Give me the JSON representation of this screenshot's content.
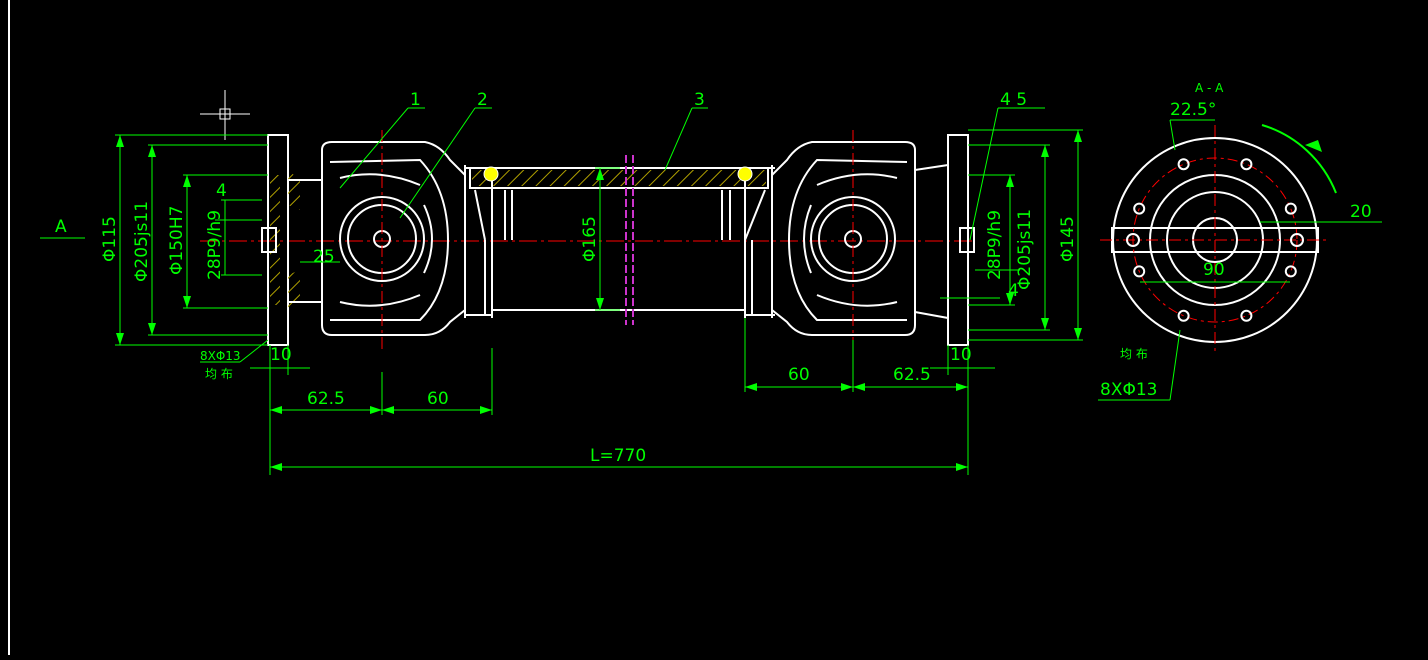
{
  "colors": {
    "background": "#000000",
    "geometry": "#ffffff",
    "dimension": "#00ff00",
    "centerline": "#ff0000",
    "hatch": "#b0a000",
    "bolt": "#ffff00",
    "breakline": "#cc33cc"
  },
  "labels": {
    "section_marker": "A",
    "section_title": "A - A",
    "part_1": "1",
    "part_2": "2",
    "part_3": "3",
    "part_4_5": "4  5",
    "part_4_left": "4",
    "part_4_right": "4"
  },
  "dimensions": {
    "d115": "Φ115",
    "d205_left": "Φ205js11",
    "d150": "Φ150H7",
    "key_left": "28P9/h9",
    "d25": "25",
    "d165": "Φ165",
    "key_right": "28P9/h9",
    "d205_right": "Φ205js11",
    "d145": "Φ145",
    "flange_left": "10",
    "flange_right": "10",
    "len_62_5_left": "62.5",
    "len_60_left": "60",
    "len_60_right": "60",
    "len_62_5_right": "62.5",
    "total_length": "L=770",
    "angle": "22.5°",
    "slot_width": "20",
    "slot_span": "90",
    "holes_left": "8XΦ13",
    "holes_left_note": "均 布",
    "holes_right": "8XΦ13",
    "holes_right_note": "均 布"
  }
}
